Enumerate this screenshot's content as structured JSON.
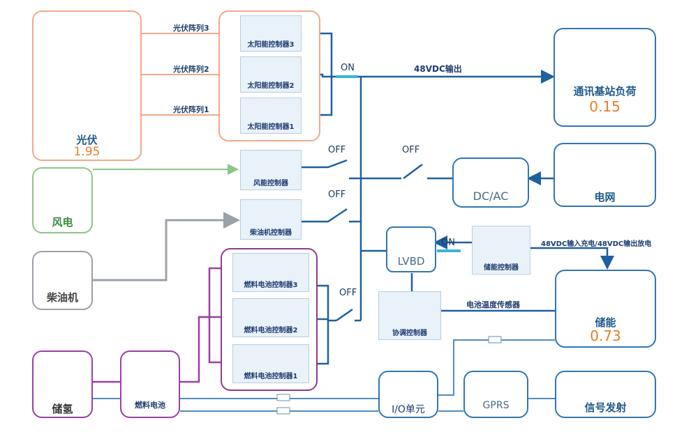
{
  "solar": {
    "label": "光伏",
    "value": "1.95",
    "arrays": [
      "光伏阵列3",
      "光伏阵列2",
      "光伏阵列1"
    ]
  },
  "solar_controllers": [
    "太阳能控制器3",
    "太阳能控制器2",
    "太阳能控制器1"
  ],
  "wind": {
    "label": "风电",
    "controller": "风能控制器"
  },
  "diesel": {
    "label": "柴油机",
    "controller": "柴油机控制器"
  },
  "fuel_cell": {
    "controllers": [
      "燃料电池控制器3",
      "燃料电池控制器2",
      "燃料电池控制器1"
    ],
    "label": "燃料电池"
  },
  "hydrogen": {
    "label": "储氢"
  },
  "switches": {
    "on_top": "ON",
    "off_wind": "OFF",
    "off_grid": "OFF",
    "off_diesel": "OFF",
    "off_fuel": "OFF",
    "on_storage": "ON"
  },
  "flows": {
    "dc_out": "48VDC输出",
    "storage_io": "48VDC输入充电/48VDC输出放电",
    "temp_sensor": "电池温度传感器"
  },
  "load": {
    "label": "通讯基站负荷",
    "value": "0.15"
  },
  "grid": {
    "label": "电网"
  },
  "dcac": {
    "label": "DC/AC"
  },
  "lvbd": {
    "label": "LVBD"
  },
  "storage_controller": {
    "label": "储能控制器"
  },
  "coord_controller": {
    "label": "协调控制器"
  },
  "storage": {
    "label": "储能",
    "value": "0.73"
  },
  "io_unit": {
    "label": "I/O单元"
  },
  "gprs": {
    "label": "GPRS"
  },
  "signal": {
    "label": "信号发射"
  },
  "colors": {
    "solar_border": "#f0a98a",
    "wind_border": "#8cc68a",
    "diesel_border": "#9aa1a8",
    "fuel_border": "#8e3b8e",
    "hydrogen_border": "#9b3fa8",
    "blue_border": "#2f76b4",
    "bus": "#1f5f9e",
    "link_cyan": "#38b6d8",
    "value": "#e67e22"
  }
}
